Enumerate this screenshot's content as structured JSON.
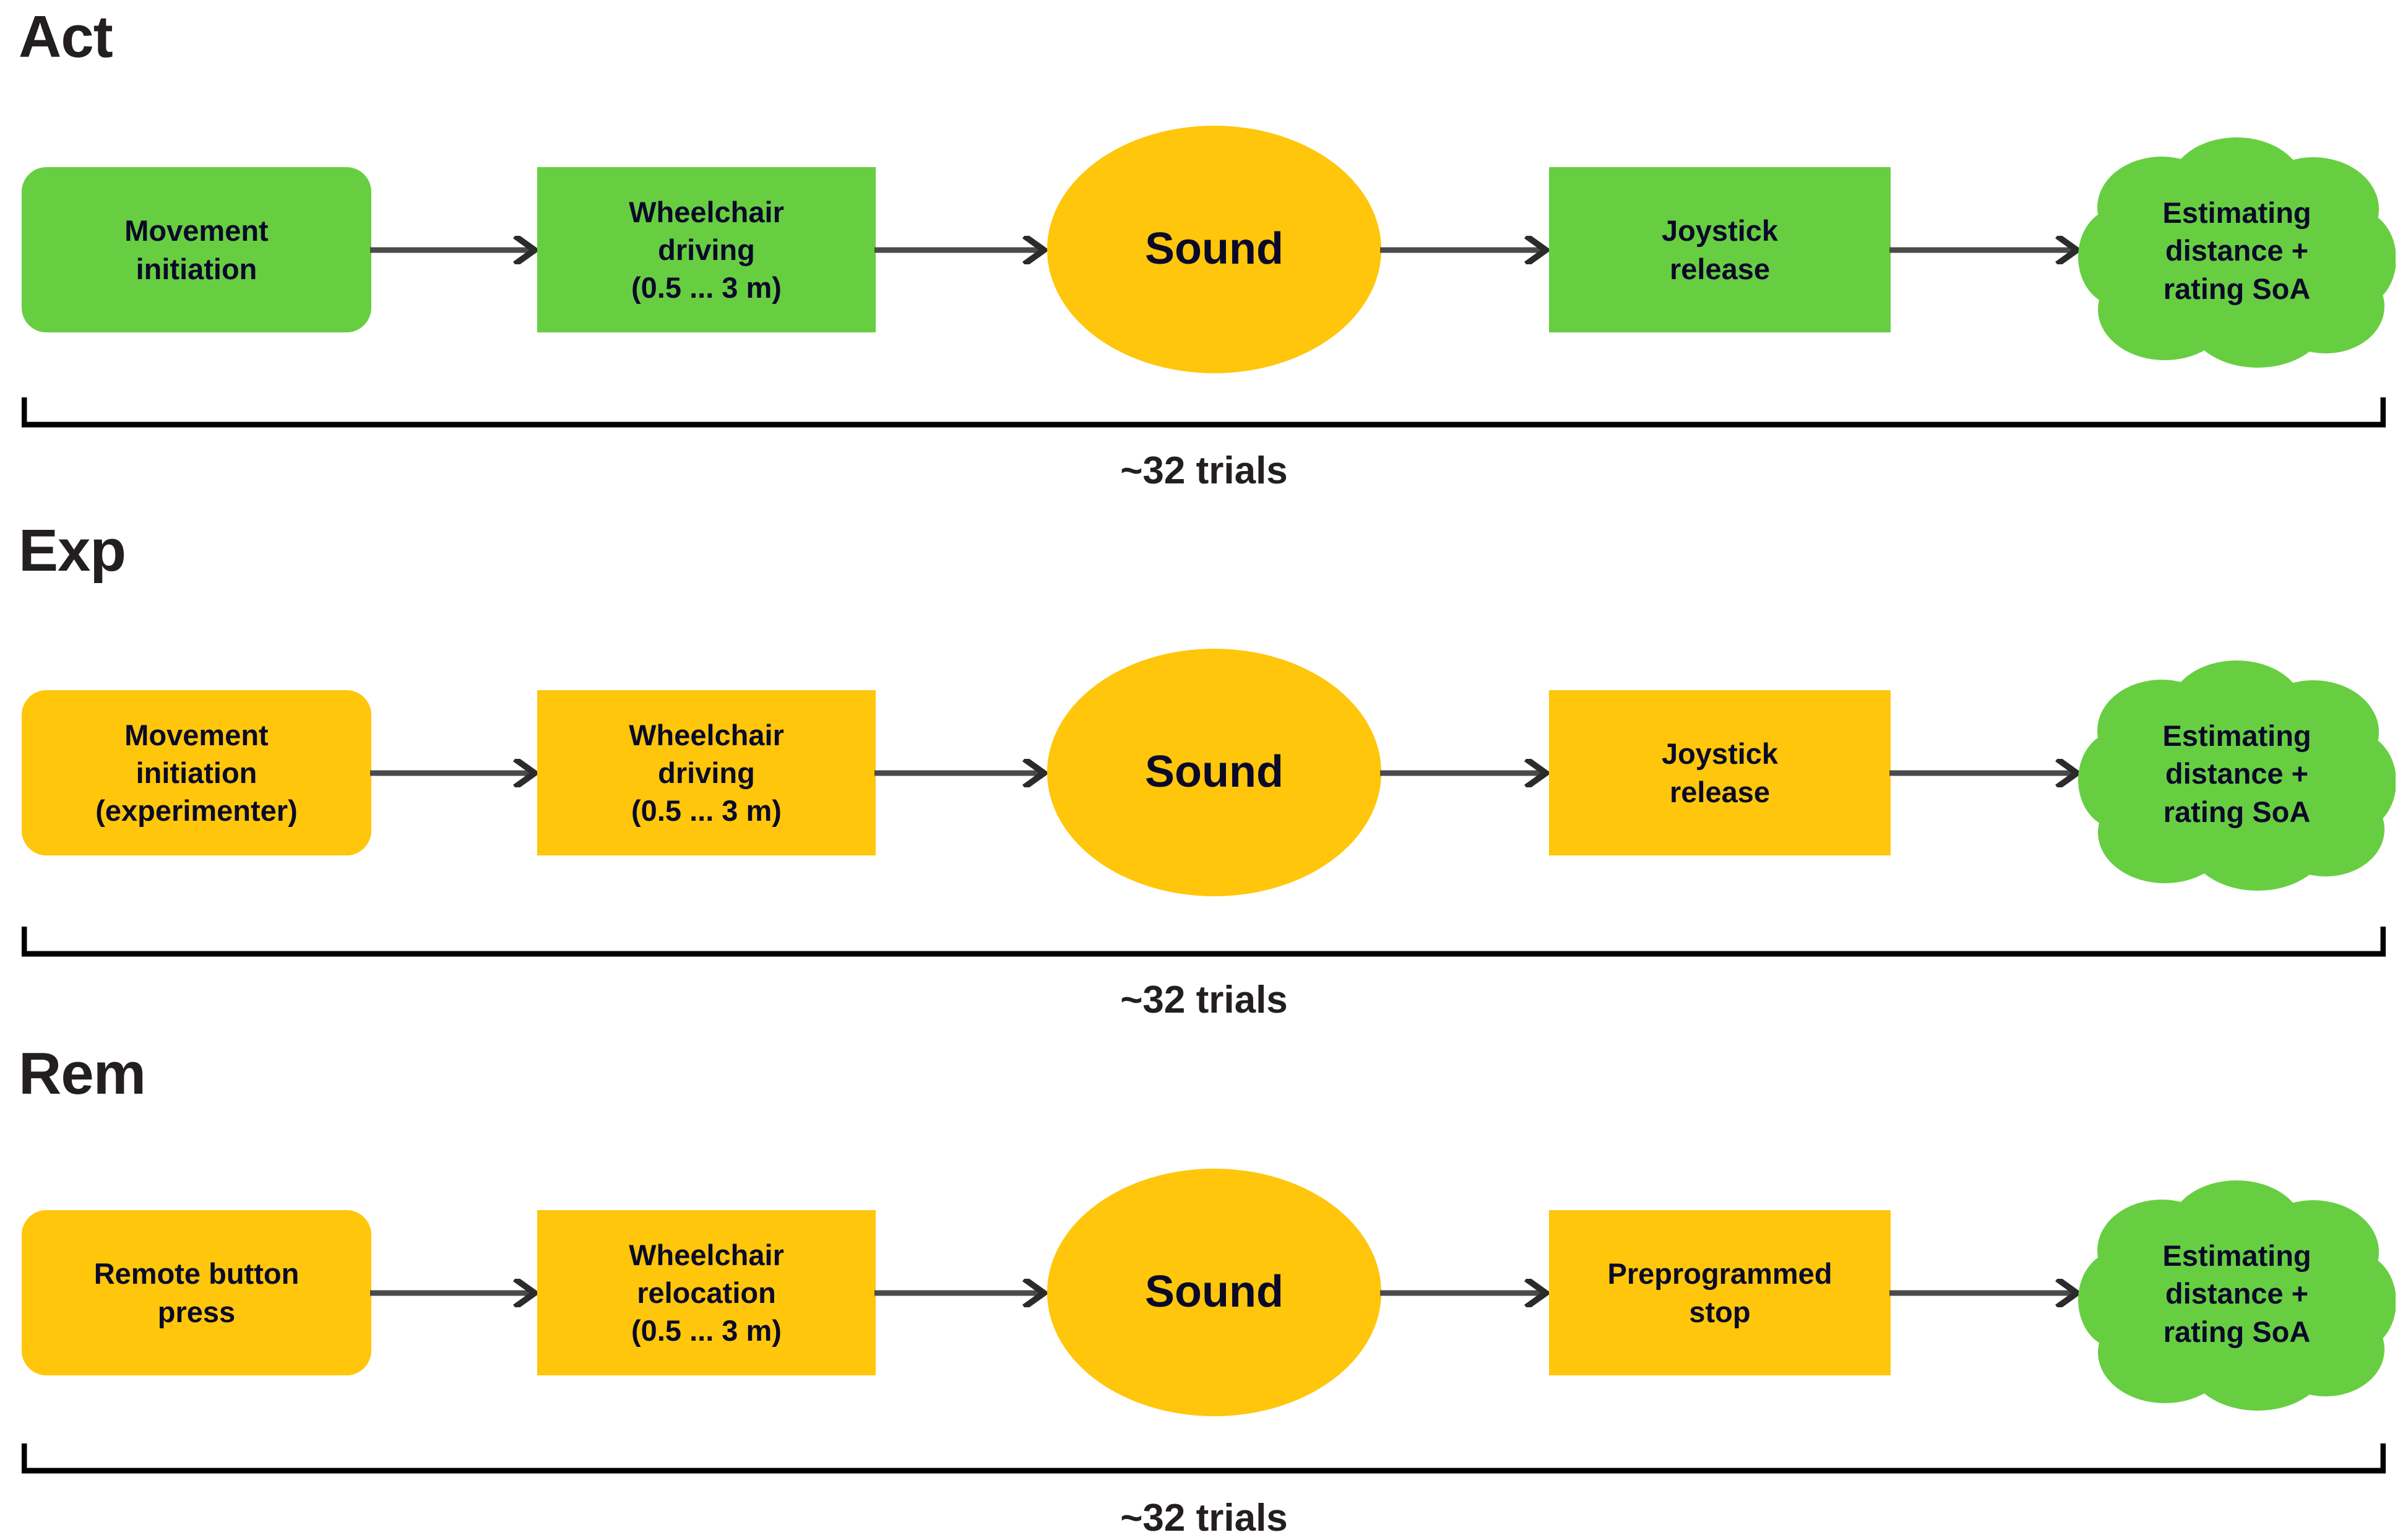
{
  "diagram": {
    "title_hidden": "",
    "colors": {
      "green": "#67ce42",
      "yellow": "#ffc60b",
      "text_dark": "#0a0a28",
      "heading": "#231f20",
      "arrow": "#4a4a4a",
      "bracket": "#000000"
    },
    "conditions": [
      {
        "name": "Act",
        "trials_label": "~32 trials",
        "nodes": [
          {
            "id": "movement-initiation",
            "shape": "rounded-rect",
            "color": "green",
            "label": "Movement\ninitiation"
          },
          {
            "id": "wheelchair-driving",
            "shape": "rect",
            "color": "green",
            "label": "Wheelchair\ndriving\n(0.5 ... 3 m)"
          },
          {
            "id": "sound",
            "shape": "ellipse",
            "color": "yellow",
            "label": "Sound"
          },
          {
            "id": "joystick-release",
            "shape": "rect",
            "color": "green",
            "label": "Joystick\nrelease"
          },
          {
            "id": "estimating-rating",
            "shape": "cloud",
            "color": "green",
            "label": "Estimating\ndistance +\nrating SoA"
          }
        ]
      },
      {
        "name": "Exp",
        "trials_label": "~32 trials",
        "nodes": [
          {
            "id": "movement-initiation-experimenter",
            "shape": "rounded-rect",
            "color": "yellow",
            "label": "Movement\ninitiation\n(experimenter)"
          },
          {
            "id": "wheelchair-driving",
            "shape": "rect",
            "color": "yellow",
            "label": "Wheelchair\ndriving\n(0.5 ... 3 m)"
          },
          {
            "id": "sound",
            "shape": "ellipse",
            "color": "yellow",
            "label": "Sound"
          },
          {
            "id": "joystick-release",
            "shape": "rect",
            "color": "yellow",
            "label": "Joystick\nrelease"
          },
          {
            "id": "estimating-rating",
            "shape": "cloud",
            "color": "green",
            "label": "Estimating\ndistance +\nrating SoA"
          }
        ]
      },
      {
        "name": "Rem",
        "trials_label": "~32 trials",
        "nodes": [
          {
            "id": "remote-button-press",
            "shape": "rounded-rect",
            "color": "yellow",
            "label": "Remote button\npress"
          },
          {
            "id": "wheelchair-relocation",
            "shape": "rect",
            "color": "yellow",
            "label": "Wheelchair\nrelocation\n(0.5 ... 3 m)"
          },
          {
            "id": "sound",
            "shape": "ellipse",
            "color": "yellow",
            "label": "Sound"
          },
          {
            "id": "preprogrammed-stop",
            "shape": "rect",
            "color": "yellow",
            "label": "Preprogrammed\nstop"
          },
          {
            "id": "estimating-rating",
            "shape": "cloud",
            "color": "green",
            "label": "Estimating\ndistance +\nrating SoA"
          }
        ]
      }
    ]
  }
}
